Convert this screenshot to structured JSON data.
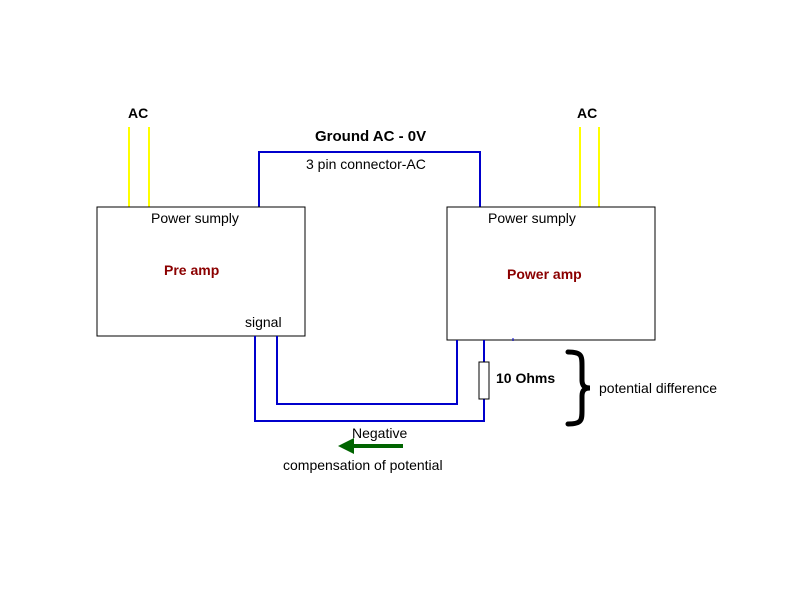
{
  "ac_left": "AC",
  "ac_right": "AC",
  "ground_label": "Ground AC - 0V",
  "connector_label": "3 pin connector-AC",
  "preamp": {
    "power_label": "Power sumply",
    "name": "Pre amp",
    "signal_label": "signal"
  },
  "poweramp": {
    "power_label": "Power sumply",
    "name": "Power amp"
  },
  "resistor_label": "10 Ohms",
  "potential_label": "potential difference",
  "negative_label": "Negative",
  "compensation_label": "compensation of potential",
  "colors": {
    "ac_wire": "#ffff00",
    "ground_wire": "#0000cc",
    "box_name": "#8b0000",
    "arrow": "#006400"
  }
}
